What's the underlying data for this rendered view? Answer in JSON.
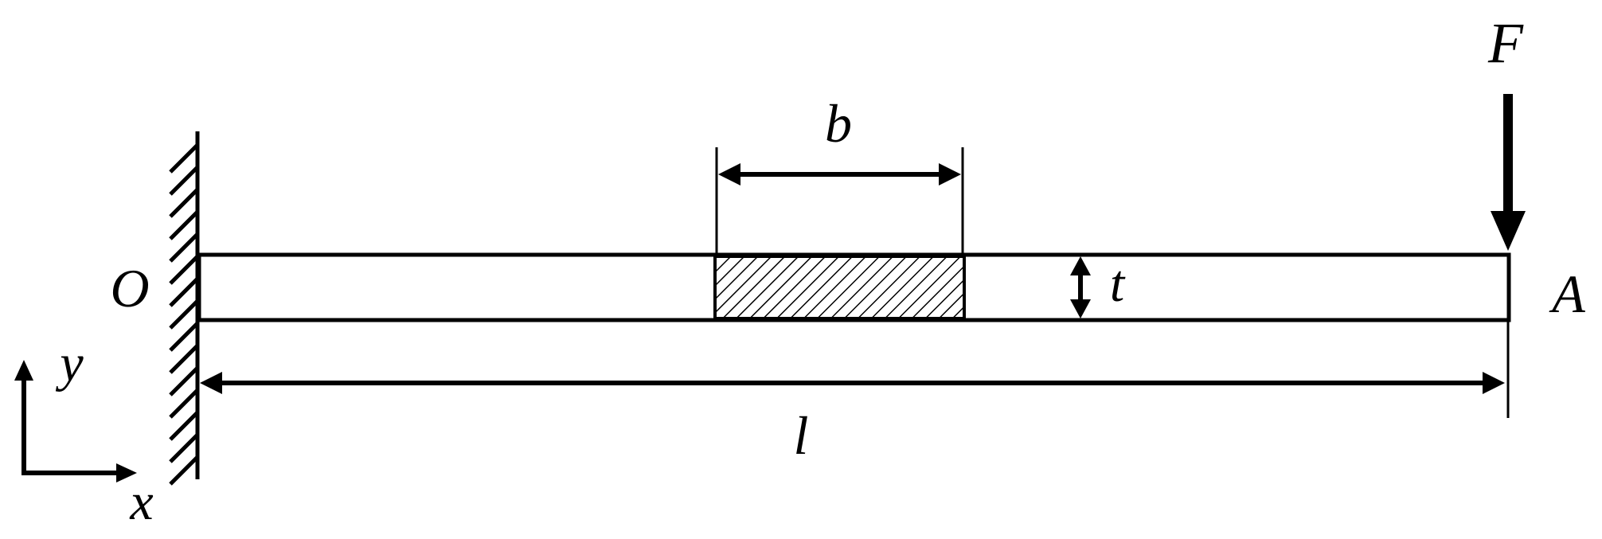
{
  "labels": {
    "force": "F",
    "segment_width": "b",
    "thickness": "t",
    "origin": "O",
    "free_end": "A",
    "length": "l",
    "axis_y": "y",
    "axis_x": "x"
  }
}
